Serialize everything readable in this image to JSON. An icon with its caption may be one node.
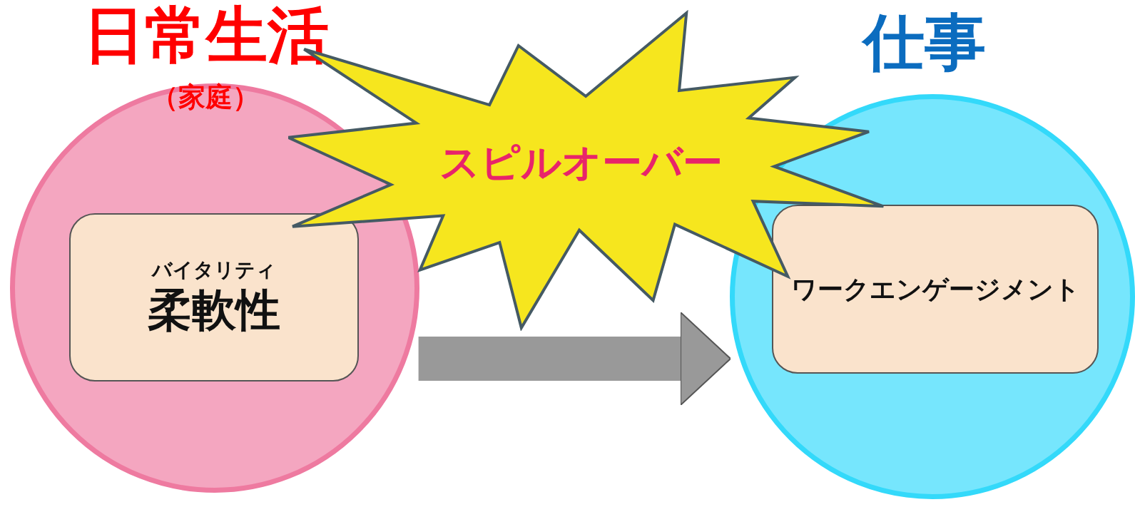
{
  "diagram": {
    "nodes": [
      {
        "text": [
          "日常生活",
          "（家庭）"
        ]
      },
      {
        "text": [
          "バイタリティ",
          "柔軟性"
        ],
        "in": 0
      },
      {
        "text": [
          "仕事"
        ]
      },
      {
        "text": [
          "ワークエンゲージメント"
        ],
        "in": 2
      },
      {
        "text": [
          "スピルオーバー"
        ]
      }
    ],
    "edges": [
      {
        "from": 0,
        "to": 2,
        "arrow": "to"
      }
    ]
  }
}
